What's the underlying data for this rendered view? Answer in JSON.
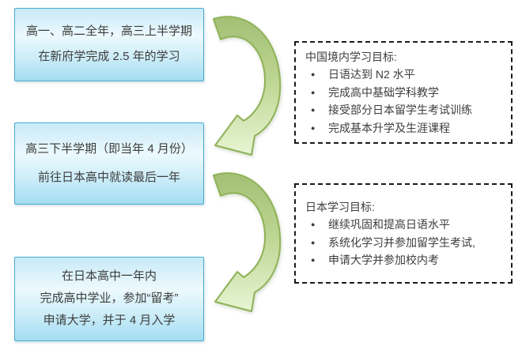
{
  "stages": [
    {
      "lines": [
        "高一、高二全年，高三上半学期",
        "在新府学完成 2.5 年的学习"
      ]
    },
    {
      "lines": [
        "高三下半学期（即当年 4 月份）",
        "前往日本高中就读最后一年"
      ]
    },
    {
      "lines": [
        "在日本高中一年内",
        "完成高中学业，参加“留考”",
        "申请大学，并于 4 月入学"
      ]
    }
  ],
  "goals": [
    {
      "title": "中国境内学习目标:",
      "bullets": [
        "日语达到 N2 水平",
        "完成高中基础学科教学",
        "接受部分日本留学生考试训练",
        "完成基本升学及生涯课程"
      ]
    },
    {
      "title": "日本学习目标:",
      "bullets": [
        "继续巩固和提高日语水平",
        "系统化学习并参加留学生考试,",
        "申请大学并参加校内考"
      ]
    }
  ],
  "icons": {
    "bullet_glyph": "●",
    "arrow": "curved-arrow-down-left"
  },
  "colors": {
    "stage_box_border": "#4aabd1",
    "stage_box_fill_top": "#c8eaf7",
    "stage_box_fill_bottom": "#a4ddf2",
    "arrow_stroke": "#8fb257",
    "arrow_fill_dark": "#a3c075",
    "arrow_fill_light": "#e8f5d3",
    "goal_box_border": "#1a1a1a",
    "text": "#3d3d3d",
    "background": "#ffffff"
  }
}
